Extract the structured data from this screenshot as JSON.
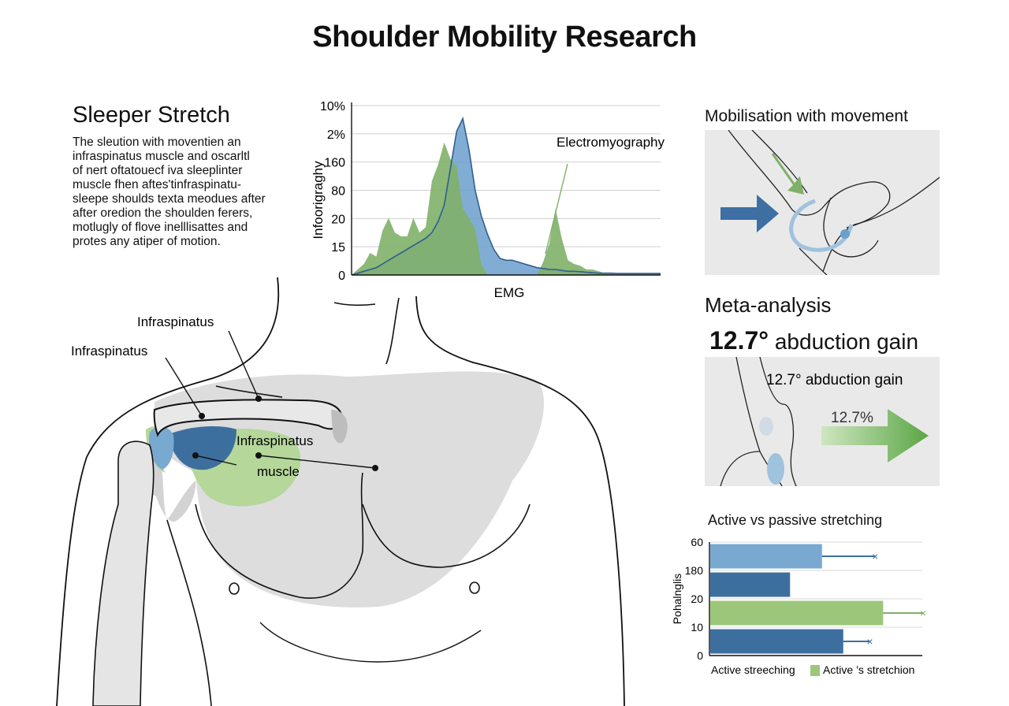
{
  "title": "Shoulder Mobility Research",
  "sleeper": {
    "title": "Sleeper Stretch",
    "lines": [
      "The sleution with moventien an",
      "infraspinatus muscle and oscarltl",
      "of nert oftatouecf iva sleeplinter",
      "muscle fhen aftes'tinfraspinatu-",
      "sleepe shoulds texta meodues after",
      "after oredion the shoulden ferers,",
      "motlugly of flove inelllisattes and",
      "protes any atiper of motion."
    ]
  },
  "anatomy_labels": {
    "label_a": "Infraspinatus",
    "label_b": "Infraspinatus",
    "muscle_line1": "Infraspinatus",
    "muscle_line2": "muscle"
  },
  "emg_chart": {
    "chart_data": {
      "type": "area",
      "ylabel": "Infoorigraghy",
      "xlabel": "EMG",
      "annotation": "Electromyography",
      "y_tick_labels": [
        "0",
        "15",
        "20",
        "80",
        "160",
        "2%",
        "10%"
      ],
      "grid": true,
      "series": [
        {
          "color": "#7fb069",
          "x": [
            0,
            2,
            4,
            6,
            8,
            10,
            12,
            14,
            16,
            18,
            20,
            22,
            24,
            26,
            28,
            30,
            32,
            34,
            36,
            38,
            40,
            42,
            44,
            46,
            48,
            50,
            52,
            54,
            56,
            58,
            60,
            62,
            64,
            66,
            68,
            70,
            72,
            74,
            76,
            78,
            80,
            82,
            84,
            86,
            88,
            90,
            92,
            94,
            96,
            98,
            100
          ],
          "values": [
            0,
            0.3,
            0.6,
            1.2,
            1.0,
            2.4,
            3.1,
            2.3,
            2.1,
            2.1,
            3.1,
            2.3,
            2.6,
            5.1,
            6.0,
            7.2,
            6.3,
            5.9,
            3.6,
            3.1,
            2.5,
            0.6,
            0,
            0,
            0,
            0,
            0,
            0,
            0,
            0,
            0,
            0.7,
            1.7,
            3.6,
            2.0,
            0.8,
            0.6,
            0.5,
            0.3,
            0.3,
            0.2,
            0.1,
            0.05,
            0,
            0,
            0,
            0,
            0,
            0,
            0,
            0
          ]
        },
        {
          "color": "#6b9fcc",
          "x": [
            0,
            2,
            4,
            6,
            8,
            10,
            12,
            14,
            16,
            18,
            20,
            22,
            24,
            26,
            28,
            30,
            32,
            34,
            36,
            38,
            40,
            42,
            44,
            46,
            48,
            50,
            52,
            54,
            56,
            58,
            60,
            62,
            64,
            66,
            68,
            70,
            72,
            74,
            76,
            78,
            80,
            82,
            84,
            86,
            88,
            90,
            92,
            94,
            96,
            98,
            100
          ],
          "values": [
            0,
            0.1,
            0.2,
            0.3,
            0.4,
            0.6,
            0.8,
            1.0,
            1.2,
            1.4,
            1.6,
            1.8,
            2.0,
            2.3,
            2.9,
            3.8,
            5.8,
            7.8,
            8.5,
            6.8,
            4.6,
            3.2,
            2.2,
            1.4,
            0.9,
            0.8,
            0.8,
            0.7,
            0.6,
            0.5,
            0.4,
            0.35,
            0.3,
            0.3,
            0.25,
            0.2,
            0.2,
            0.18,
            0.15,
            0.12,
            0.1,
            0.1,
            0.1,
            0.08,
            0.08,
            0.08,
            0.08,
            0.08,
            0.08,
            0.08,
            0.08
          ]
        }
      ]
    }
  },
  "mobilisation": {
    "title": "Mobilisation with movement",
    "arrow_color": "#3d6fa3",
    "accent_arrow_color": "#7fb069"
  },
  "meta": {
    "title": "Meta-analysis",
    "headline_value": "12.7°",
    "headline_text": "abduction gain",
    "panel_label": "12.7° abduction gain",
    "arrow_label": "12.7%",
    "arrow_color": "#5aa646"
  },
  "active_passive": {
    "title": "Active vs passive stretching",
    "chart_data": {
      "type": "bar",
      "orientation": "horizontal",
      "ylabel": "Pohalnglis",
      "y_tick_labels": [
        "60",
        "180",
        "20",
        "10",
        "0"
      ],
      "categories": [
        "",
        "",
        "",
        ""
      ],
      "values": [
        42,
        30,
        65,
        50
      ],
      "errors": [
        20,
        0,
        15,
        10
      ],
      "bar_colors": [
        "#79a9d1",
        "#3d6f9e",
        "#9cc77a",
        "#3d6f9e"
      ],
      "error_colors": [
        "#3d6f9e",
        "",
        "#7fb069",
        "#3d6f9e"
      ],
      "xlim": [
        0,
        80
      ],
      "legend": [
        {
          "label": "Active streeching",
          "color": "#3d6f9e"
        },
        {
          "label": "Active ’s stretchion",
          "color": "#9cc77a"
        }
      ]
    }
  },
  "colors": {
    "blue": "#3d6f9e",
    "light_blue": "#79a9d1",
    "green": "#9cc77a",
    "gray_shade": "#dcdcdc"
  }
}
